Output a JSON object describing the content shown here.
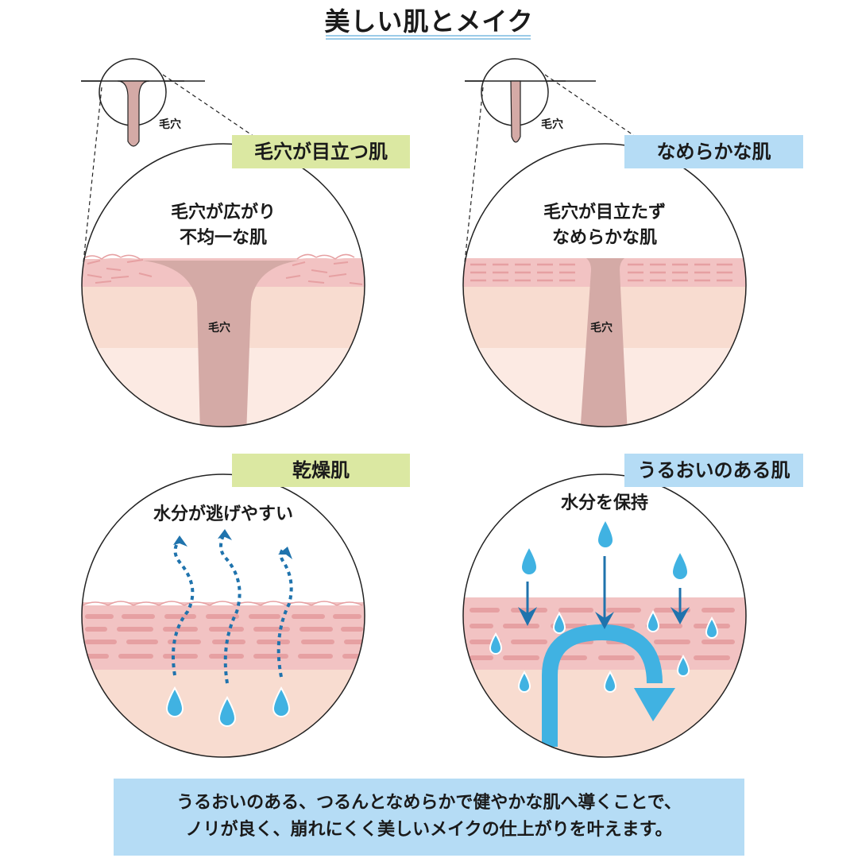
{
  "title": "美しい肌とメイク",
  "pore_label": "毛穴",
  "panels": {
    "pores_visible": {
      "label": "毛穴が目立つ肌",
      "description_lines": [
        "毛穴が広がり",
        "不均一な肌"
      ]
    },
    "smooth": {
      "label": "なめらかな肌",
      "description_lines": [
        "毛穴が目立たず",
        "なめらかな肌"
      ]
    },
    "dry": {
      "label": "乾燥肌",
      "description": "水分が逃げやすい"
    },
    "moist": {
      "label": "うるおいのある肌",
      "description": "水分を保持"
    }
  },
  "summary_lines": [
    "うるおいのある、つるんとなめらかで健やかな肌へ導くことで、",
    "ノリが良く、崩れにくく美しいメイクの仕上がりを叶えます。"
  ],
  "colors": {
    "skin_top": "#f2c3c3",
    "skin_mid": "#f8dcd0",
    "skin_low": "#fceae3",
    "pore": "#d4aaa6",
    "stripe": "#e6a0a2",
    "water_light": "#40b2e2",
    "water_dark": "#1f73ad",
    "label_green": "#dbe8a2",
    "label_blue": "#b5dcf5"
  }
}
